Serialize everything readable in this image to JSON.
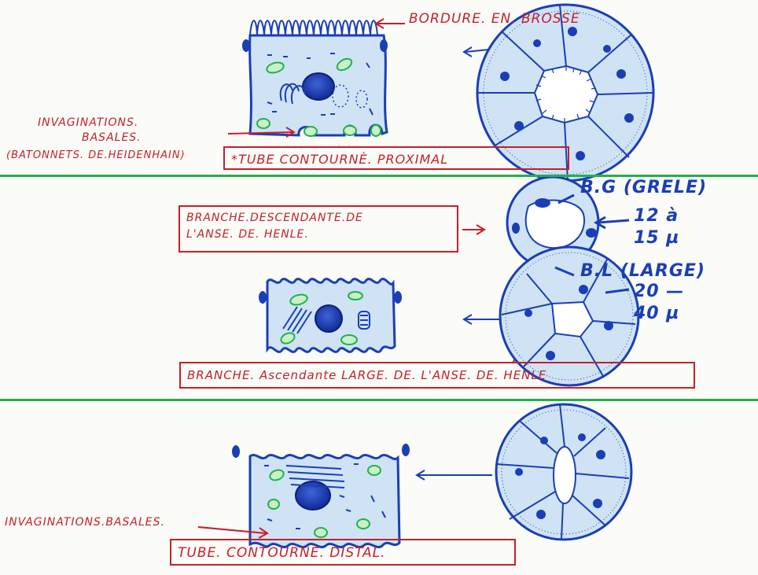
{
  "section1": {
    "label_brush_border": "BORDURE. EN. BROSSE",
    "label_basal_1": "INVAGINATIONS.",
    "label_basal_2": "BASALES.",
    "label_heidenhain": "(BATONNETS. DE.HEIDENHAIN)",
    "title_box": "*TUBE CONTOURNÈ. PROXIMAL"
  },
  "section2": {
    "desc_box_line1": "BRANCHE.DESCENDANTE.DE",
    "desc_box_line2": "L'ANSE. DE. HENLE.",
    "thin_label": "B.G (GRELE)",
    "thin_size_1": "12 à",
    "thin_size_2": "15 µ",
    "wide_label": "B.L (LARGE)",
    "wide_size_1": "20 —",
    "wide_size_2": "40 µ",
    "asc_box": "BRANCHE. Ascendante LARGE. DE. L'ANSE. DE. HENLE"
  },
  "section3": {
    "label_basal": "INVAGINATIONS.BASALES.",
    "title_box": "TUBE. CONTOURNÈ. DISTAL."
  },
  "colors": {
    "ink_blue": "#1a3fb5",
    "ink_red": "#c4202b",
    "ink_green": "#22b04b",
    "cell_fill": "#cfe3f5"
  }
}
